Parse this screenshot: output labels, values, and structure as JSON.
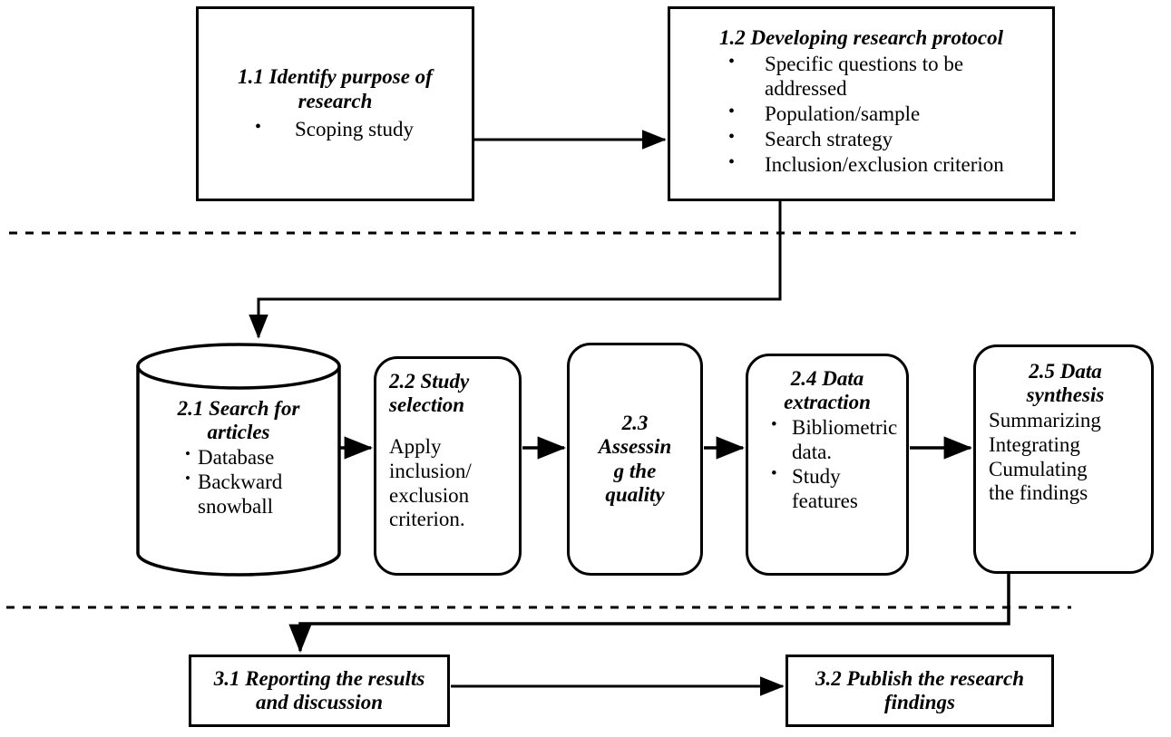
{
  "diagram": {
    "title": "Research methodology flowchart",
    "stroke_color": "#000000",
    "background_color": "#ffffff",
    "phases": 3,
    "nodes": [
      {
        "id": "1.1",
        "shape": "rectangle",
        "title": "1.1 Identify purpose of research",
        "bullets": [
          "Scoping study"
        ]
      },
      {
        "id": "1.2",
        "shape": "rectangle",
        "title": "1.2 Developing research protocol",
        "bullets": [
          "Specific questions to be addressed",
          "Population/sample",
          "Search strategy",
          "Inclusion/exclusion criterion"
        ]
      },
      {
        "id": "2.1",
        "shape": "cylinder",
        "title": "2.1 Search for articles",
        "bullets": [
          "Database",
          "Backward snowball"
        ]
      },
      {
        "id": "2.2",
        "shape": "rounded-rectangle",
        "title": "2.2 Study selection",
        "body": "Apply inclusion/ exclusion criterion."
      },
      {
        "id": "2.3",
        "shape": "rounded-rectangle",
        "title": "2.3 Assessin g the quality"
      },
      {
        "id": "2.4",
        "shape": "rounded-rectangle",
        "title": "2.4 Data extraction",
        "bullets": [
          "Bibliometric data.",
          "Study features"
        ]
      },
      {
        "id": "2.5",
        "shape": "rounded-rectangle",
        "title": "2.5 Data synthesis",
        "body": "Summarizing Integrating Cumulating the findings"
      },
      {
        "id": "3.1",
        "shape": "rectangle",
        "title": "3.1 Reporting the results and discussion"
      },
      {
        "id": "3.2",
        "shape": "rectangle",
        "title": "3.2 Publish the research findings"
      }
    ],
    "edges": [
      {
        "from": "1.1",
        "to": "1.2",
        "style": "solid-arrow"
      },
      {
        "from": "1.2",
        "to": "2.1",
        "style": "solid-arrow-elbow"
      },
      {
        "from": "2.1",
        "to": "2.2",
        "style": "solid-arrow"
      },
      {
        "from": "2.2",
        "to": "2.3",
        "style": "solid-arrow"
      },
      {
        "from": "2.3",
        "to": "2.4",
        "style": "solid-arrow"
      },
      {
        "from": "2.4",
        "to": "2.5",
        "style": "solid-arrow"
      },
      {
        "from": "2.5",
        "to": "3.1",
        "style": "solid-arrow-elbow"
      },
      {
        "from": "3.1",
        "to": "3.2",
        "style": "solid-arrow"
      }
    ],
    "separators": [
      {
        "name": "phase-1-2-divider",
        "style": "dashed"
      },
      {
        "name": "phase-2-3-divider",
        "style": "dashed"
      }
    ]
  },
  "node_1_1": {
    "title": "1.1 Identify purpose of research",
    "bullet_1": "Scoping study"
  },
  "node_1_2": {
    "title": "1.2 Developing research protocol",
    "bullet_1": "Specific questions to be addressed",
    "bullet_2": "Population/sample",
    "bullet_3": "Search strategy",
    "bullet_4": "Inclusion/exclusion criterion"
  },
  "node_2_1": {
    "title_line_1": "2.1 Search for",
    "title_line_2": "articles",
    "bullet_1": "Database",
    "bullet_2": "Backward snowball"
  },
  "node_2_2": {
    "title_line_1": "2.2 Study",
    "title_line_2": "selection",
    "body_line_1": "Apply",
    "body_line_2": "inclusion/",
    "body_line_3": "exclusion",
    "body_line_4": "criterion."
  },
  "node_2_3": {
    "title_line_1": "2.3",
    "title_line_2": "Assessin",
    "title_line_3": "g the",
    "title_line_4": "quality"
  },
  "node_2_4": {
    "title_line_1": "2.4 Data",
    "title_line_2": "extraction",
    "bullet_1": "Bibliometric data.",
    "bullet_2": "Study features"
  },
  "node_2_5": {
    "title_line_1": "2.5 Data",
    "title_line_2": "synthesis",
    "body_line_1": "Summarizing",
    "body_line_2": "Integrating",
    "body_line_3": "Cumulating",
    "body_line_4": "the findings"
  },
  "node_3_1": {
    "title_line_1": "3.1 Reporting the results",
    "title_line_2": "and discussion"
  },
  "node_3_2": {
    "title_line_1": "3.2 Publish the research",
    "title_line_2": "findings"
  }
}
